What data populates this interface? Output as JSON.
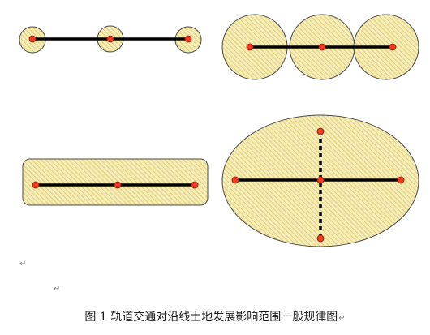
{
  "caption": {
    "text": "图 1  轨道交通对沿线土地发展影响范围一般规律图",
    "para_mark": "↵"
  },
  "para_marks": [
    "↵",
    "↵"
  ],
  "colors": {
    "zone_fill": "#F6EDBB",
    "zone_hatch": "#D9C75F",
    "zone_stroke": "#4A4A4A",
    "line": "#000000",
    "station_fill": "#F23A1E",
    "station_stroke": "#8A1A08"
  },
  "panels": [
    {
      "id": "panel-1",
      "description_shape": "small-circles-line"
    },
    {
      "id": "panel-2",
      "description_shape": "large-circles-line"
    },
    {
      "id": "panel-3",
      "description_shape": "rounded-rect-line"
    },
    {
      "id": "panel-4",
      "description_shape": "ellipse-cross"
    }
  ]
}
